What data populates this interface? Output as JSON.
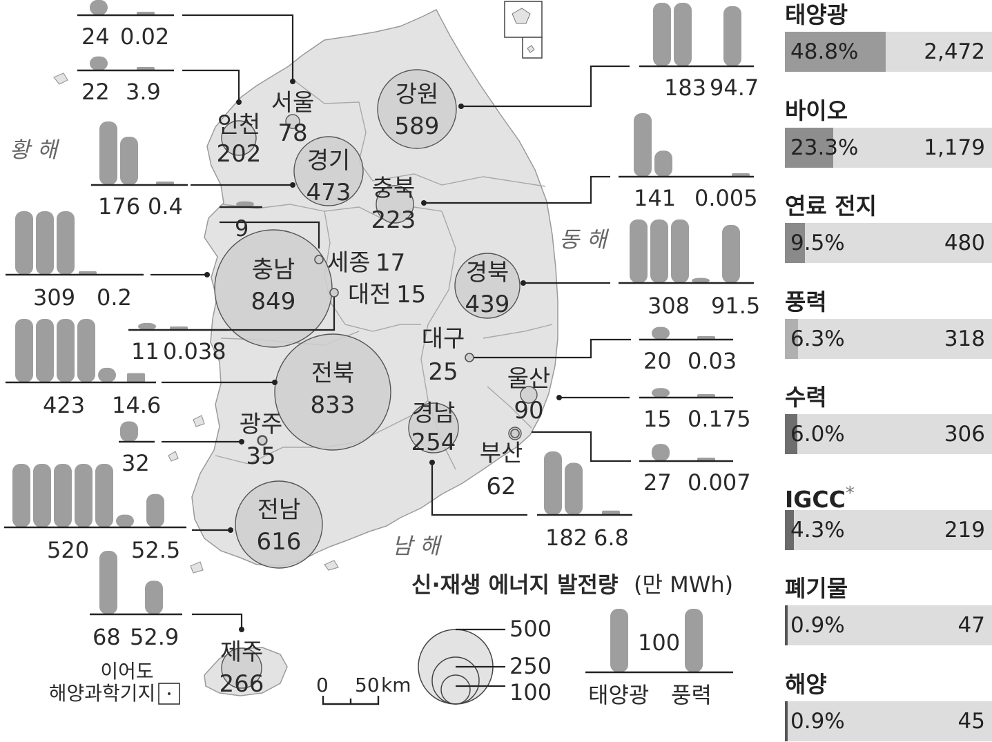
{
  "colors": {
    "land": "#e3e3e3",
    "bubble": "#cfcfcf",
    "bar": "#9e9e9e",
    "track": "#dddddd"
  },
  "seas": {
    "yellow": "황 해",
    "east": "동 해",
    "south": "남 해"
  },
  "regions": {
    "seoul": {
      "name": "서울",
      "value": "78",
      "bar_a": "24",
      "bar_b": "0.02"
    },
    "incheon": {
      "name": "인천",
      "value": "202",
      "bar_a": "22",
      "bar_b": "3.9"
    },
    "gyeonggi": {
      "name": "경기",
      "value": "473",
      "bar_a": "176",
      "bar_b": "0.4"
    },
    "gangwon": {
      "name": "강원",
      "value": "589",
      "bar_a": "183",
      "bar_b": "94.7"
    },
    "chungbuk": {
      "name": "충북",
      "value": "223",
      "bar_a": "141",
      "bar_b": "0.005"
    },
    "sejong": {
      "name": "세종",
      "value": "17",
      "bar_a": "9"
    },
    "chungnam": {
      "name": "충남",
      "value": "849",
      "bar_a": "309",
      "bar_b": "0.2"
    },
    "daejeon": {
      "name": "대전",
      "value": "15",
      "bar_a": "11",
      "bar_b": "0.038"
    },
    "gyeongbuk": {
      "name": "경북",
      "value": "439",
      "bar_a": "308",
      "bar_b": "91.5"
    },
    "jeonbuk": {
      "name": "전북",
      "value": "833",
      "bar_a": "423",
      "bar_b": "14.6"
    },
    "daegu": {
      "name": "대구",
      "value": "25",
      "bar_a": "20",
      "bar_b": "0.03"
    },
    "ulsan": {
      "name": "울산",
      "value": "90",
      "bar_a": "15",
      "bar_b": "0.175"
    },
    "gwangju": {
      "name": "광주",
      "value": "35",
      "bar_a": "32"
    },
    "gyeongnam": {
      "name": "경남",
      "value": "254",
      "bar_a": "182",
      "bar_b": "6.8"
    },
    "busan": {
      "name": "부산",
      "value": "62",
      "bar_a": "27",
      "bar_b": "0.007"
    },
    "jeonnam": {
      "name": "전남",
      "value": "616",
      "bar_a": "520",
      "bar_b": "52.5"
    },
    "jeju": {
      "name": "제주",
      "value": "266",
      "bar_a": "68",
      "bar_b": "52.9"
    }
  },
  "ieodo": {
    "line1": "이어도",
    "line2": "해양과학기지"
  },
  "scale": {
    "zero": "0",
    "fifty": "50",
    "unit": "km"
  },
  "legend": {
    "title": "신·재생 에너지 발전량",
    "unit": "(만 MWh)",
    "circle_values": [
      "500",
      "250",
      "100"
    ],
    "bar_value": "100",
    "bar_labels": {
      "solar": "태양광",
      "wind": "풍력"
    }
  },
  "categories": [
    {
      "name": "태양광",
      "pct": "48.8%",
      "amount": "2,472",
      "share": 0.488,
      "fill": "#9a9a9a"
    },
    {
      "name": "바이오",
      "pct": "23.3%",
      "amount": "1,179",
      "share": 0.233,
      "fill": "#8e8e8e"
    },
    {
      "name": "연료 전지",
      "pct": "9.5%",
      "amount": "480",
      "share": 0.095,
      "fill": "#8a8a8a"
    },
    {
      "name": "풍력",
      "pct": "6.3%",
      "amount": "318",
      "share": 0.063,
      "fill": "#b0b0b0"
    },
    {
      "name": "수력",
      "pct": "6.0%",
      "amount": "306",
      "share": 0.06,
      "fill": "#6e6e6e"
    },
    {
      "name": "IGCC",
      "mark": "*",
      "pct": "4.3%",
      "amount": "219",
      "share": 0.043,
      "fill": "#6a6a6a"
    },
    {
      "name": "폐기물",
      "pct": "0.9%",
      "amount": "47",
      "share": 0.009,
      "fill": "#555555"
    },
    {
      "name": "해양",
      "pct": "0.9%",
      "amount": "45",
      "share": 0.009,
      "fill": "#555555"
    }
  ]
}
